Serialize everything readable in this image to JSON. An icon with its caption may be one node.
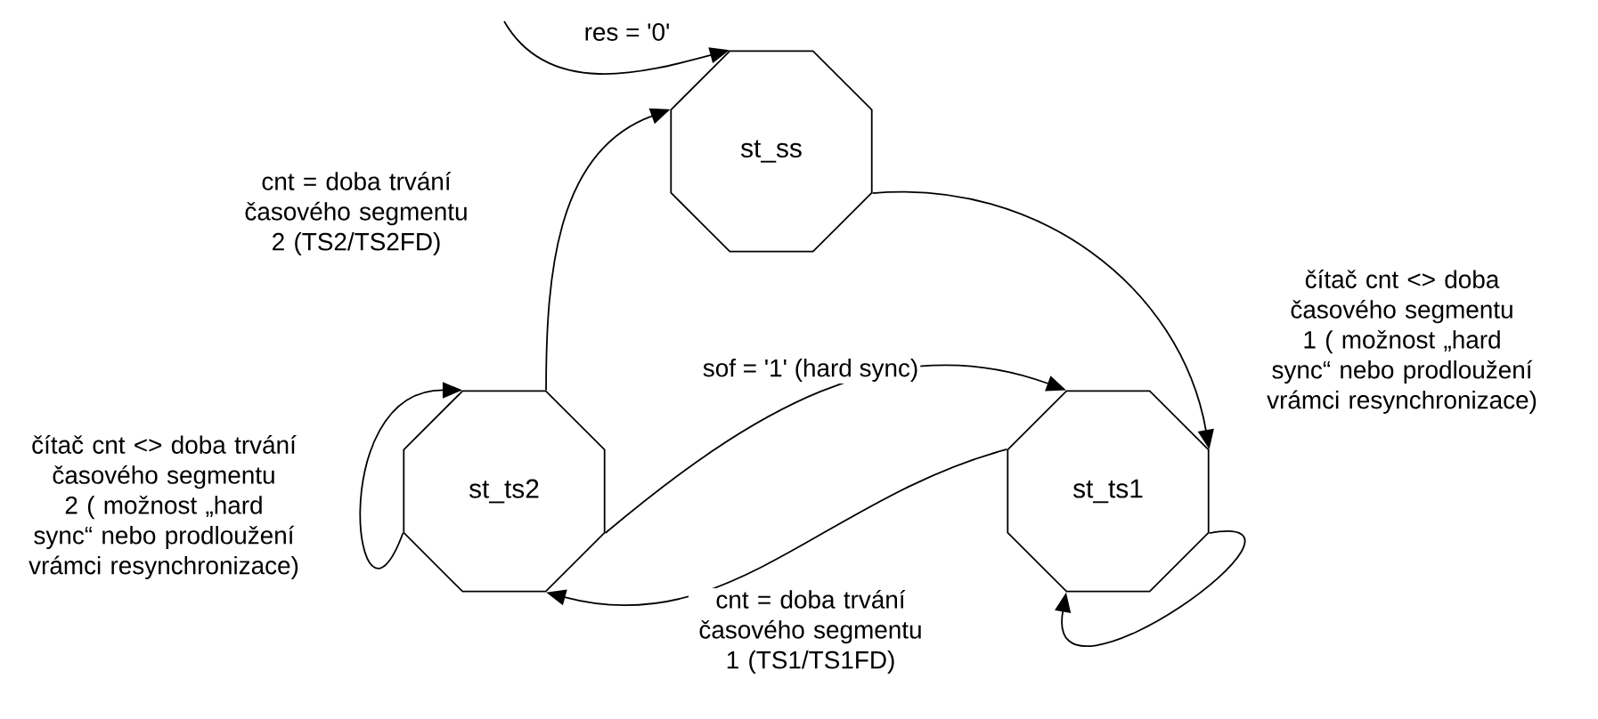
{
  "diagram": {
    "nodes": [
      {
        "text": [
          "st_ss"
        ]
      },
      {
        "text": [
          "st_ts2"
        ]
      },
      {
        "text": [
          "st_ts1"
        ]
      }
    ],
    "edges": [
      {
        "from": null,
        "to": 0,
        "arrow": "to",
        "label": "res = '0'"
      },
      {
        "from": 0,
        "to": 2,
        "arrow": "to"
      },
      {
        "from": 1,
        "to": 0,
        "arrow": "to",
        "label": "cnt = doba trvání časového segmentu 2 (TS2/TS2FD)"
      },
      {
        "from": 1,
        "to": 2,
        "arrow": "to",
        "label": "sof = '1' (hard sync)"
      },
      {
        "from": 2,
        "to": 1,
        "arrow": "to",
        "label": "cnt = doba trvání časového segmentu 1 (TS1/TS1FD)"
      },
      {
        "from": 1,
        "to": 1,
        "arrow": "to",
        "label": "čítač cnt <> doba trvání časového segmentu 2 ( možnost „hard sync“ nebo prodloužení vrámci resynchronizace)"
      },
      {
        "from": 2,
        "to": 2,
        "arrow": "to",
        "label": "čítač cnt <> doba časového segmentu 1 ( možnost „hard sync“ nebo prodloužení vrámci resynchronizace)"
      }
    ]
  }
}
